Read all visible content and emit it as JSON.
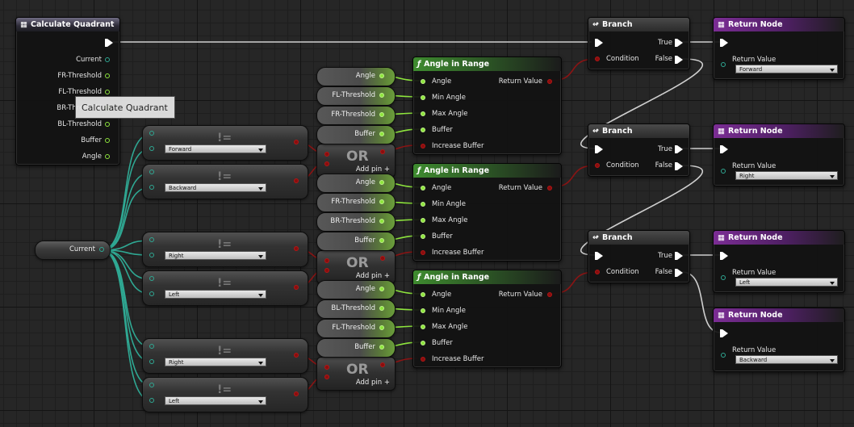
{
  "entry": {
    "title": "Calculate Quadrant",
    "pins": [
      "Current",
      "FR-Threshold",
      "FL-Threshold",
      "BR-Threshold",
      "BL-Threshold",
      "Buffer",
      "Angle"
    ]
  },
  "tooltip": "Calculate Quadrant",
  "current_var": "Current",
  "compare_nodes": [
    {
      "value": "Forward"
    },
    {
      "value": "Backward"
    },
    {
      "value": "Right"
    },
    {
      "value": "Left"
    },
    {
      "value": "Right"
    },
    {
      "value": "Left"
    }
  ],
  "compare_symbol": "!=",
  "or_node": {
    "label": "OR",
    "add_pin": "Add pin +"
  },
  "var_groups": [
    [
      "Angle",
      "FL-Threshold",
      "FR-Threshold",
      "Buffer"
    ],
    [
      "Angle",
      "FR-Threshold",
      "BR-Threshold",
      "Buffer"
    ],
    [
      "Angle",
      "BL-Threshold",
      "FL-Threshold",
      "Buffer"
    ]
  ],
  "angle_in_range": {
    "title": "Angle in Range",
    "inputs": [
      "Angle",
      "Min Angle",
      "Max Angle",
      "Buffer",
      "Increase Buffer"
    ],
    "output": "Return Value"
  },
  "branch": {
    "title": "Branch",
    "condition": "Condition",
    "true_label": "True",
    "false_label": "False"
  },
  "return_nodes": [
    {
      "title": "Return Node",
      "pin_label": "Return Value",
      "value": "Forward"
    },
    {
      "title": "Return Node",
      "pin_label": "Return Value",
      "value": "Right"
    },
    {
      "title": "Return Node",
      "pin_label": "Return Value",
      "value": "Left"
    },
    {
      "title": "Return Node",
      "pin_label": "Return Value",
      "value": "Backward"
    }
  ],
  "colors": {
    "exec": "#ffffff",
    "float_pin": "#8ee53d",
    "bool_pin": "#8a0e0e",
    "enum_pin": "#2fa893",
    "function_header": "#3e8b2f",
    "return_header": "#7b2d94"
  }
}
